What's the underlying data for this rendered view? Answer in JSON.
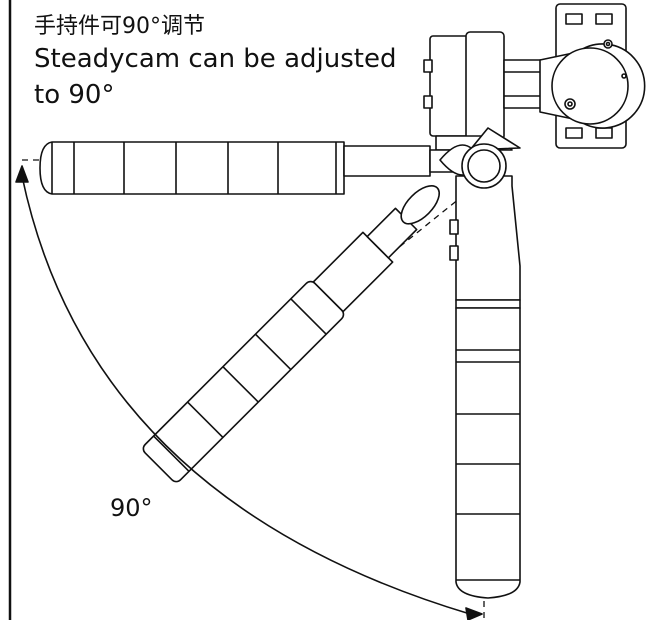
{
  "caption": {
    "zh": "手持件可90°调节",
    "en_line1": "Steadycam can be adjusted",
    "en_line2": "to 90°"
  },
  "angle_label": "90°",
  "colors": {
    "line": "#111111",
    "fill": "#ffffff",
    "background": "#ffffff"
  }
}
